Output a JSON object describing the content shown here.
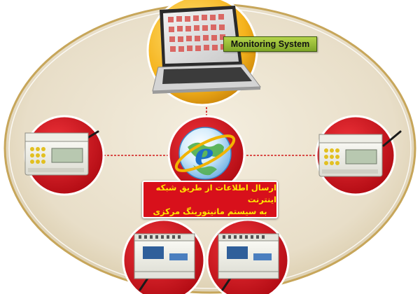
{
  "center_label": {
    "line1": "ارسال اطلاعات از طریق شبکه اینترنت",
    "line2": "به سیستم مانیتورینگ مرکزی"
  },
  "monitoring": {
    "tag": "Monitoring System"
  },
  "colors": {
    "ellipse_fill": "#ebe2cf",
    "ellipse_border": "#c7a65a",
    "accent_red": "#d8101b",
    "label_text": "#ffe600",
    "tag_green": "#9cc23a",
    "connector": "#d11a1a"
  },
  "icons": {
    "hub": "internet-explorer-globe-icon",
    "computer": "laptop-icon",
    "logger": "data-logger-icon",
    "controller": "io-controller-icon"
  }
}
